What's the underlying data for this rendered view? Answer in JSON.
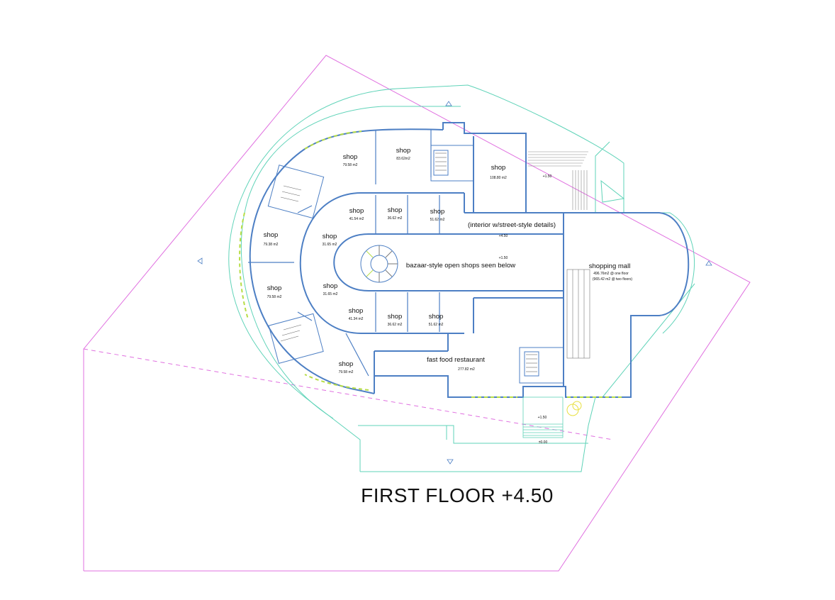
{
  "title": "FIRST FLOOR +4.50",
  "colors": {
    "site_boundary": "#e070e0",
    "landscape": "#5fd3b8",
    "walls": "#4d7fc4",
    "glazing": "#b7dd45",
    "text": "#111111"
  },
  "rooms": {
    "shop_top_left": {
      "name": "shop",
      "area": "79.58 m2"
    },
    "shop_top_mid": {
      "name": "shop",
      "area": "83.62m2"
    },
    "shop_top_right": {
      "name": "shop",
      "area": "108.80 m2"
    },
    "shop_left_upper": {
      "name": "shop",
      "area": "79.38 m2"
    },
    "shop_left_lower": {
      "name": "shop",
      "area": "79.58 m2"
    },
    "shop_bottom_left": {
      "name": "shop",
      "area": "79.58 m2"
    },
    "shop_inner_u1": {
      "name": "shop",
      "area": "41.54 m2"
    },
    "shop_inner_u2": {
      "name": "shop",
      "area": "36.62 m2"
    },
    "shop_inner_u3": {
      "name": "shop",
      "area": "51.62 m2"
    },
    "shop_inner_l1": {
      "name": "shop",
      "area": "41.34 m2"
    },
    "shop_inner_l2": {
      "name": "shop",
      "area": "36.62 m2"
    },
    "shop_inner_l3": {
      "name": "shop",
      "area": "51.62 m2"
    },
    "shop_curve_upper": {
      "name": "shop",
      "area": "31.65 m2"
    },
    "shop_curve_lower": {
      "name": "shop",
      "area": "31.65 m2"
    },
    "shopping_mall": {
      "name": "shopping mall",
      "area_1": "496.76m2 @ one floor",
      "area_2": "(965.42 m2 @ two floors)"
    },
    "fast_food": {
      "name": "fast food restaurant",
      "area": "277.82 m2"
    }
  },
  "annotations": {
    "interior": "(interior w/street-style details)",
    "interior_level": "+4.50",
    "bazaar": "bazaar-style open shops seen below",
    "bazaar_level": "+1.50",
    "level_top_right": "+1.50",
    "level_entrance": "+1.50",
    "level_ground": "±0.00"
  }
}
